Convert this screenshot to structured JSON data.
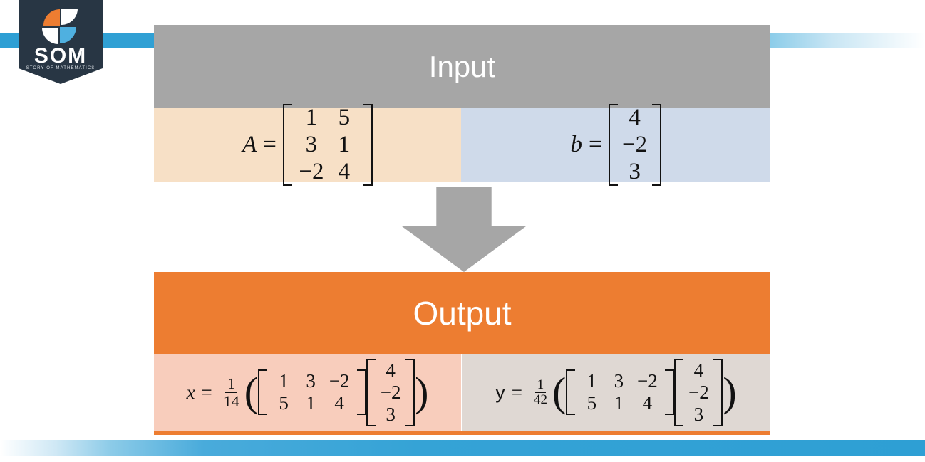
{
  "brand": {
    "name": "SOM",
    "tagline": "STORY OF MATHEMATICS",
    "logo_icon": "som-shield-logo",
    "colors": {
      "shield": "#283644",
      "orange": "#ED7D31",
      "blue": "#3AA3D8"
    }
  },
  "decor": {
    "top_bar_color": "#35A3D6",
    "bottom_bar_color": "#35A3D6",
    "arrow_icon": "down-arrow-icon",
    "arrow_color": "#A6A6A6"
  },
  "input": {
    "header": "Input",
    "header_color": "#A6A6A6",
    "left": {
      "bg": "#F7E0C6",
      "label": "A",
      "label_style": "italic",
      "equals": "=",
      "matrix": {
        "rows": 3,
        "cols": 2,
        "values": [
          [
            "1",
            "5"
          ],
          [
            "3",
            "1"
          ],
          [
            "−2",
            "4"
          ]
        ]
      }
    },
    "right": {
      "bg": "#CFDAEA",
      "label": "b",
      "label_style": "italic",
      "equals": "=",
      "matrix": {
        "rows": 3,
        "cols": 1,
        "values": [
          [
            "4"
          ],
          [
            "−2"
          ],
          [
            "3"
          ]
        ]
      }
    }
  },
  "output": {
    "header": "Output",
    "header_color": "#ED7D31",
    "left": {
      "bg": "#F8CDBC",
      "label": "x",
      "label_style": "italic",
      "equals": "=",
      "fraction": {
        "numerator": "1",
        "denominator": "14"
      },
      "open_paren": "(",
      "close_paren": ")",
      "matrix_a": {
        "rows": 2,
        "cols": 3,
        "values": [
          [
            "1",
            "3",
            "−2"
          ],
          [
            "5",
            "1",
            "4"
          ]
        ]
      },
      "matrix_b": {
        "rows": 3,
        "cols": 1,
        "values": [
          [
            "4"
          ],
          [
            "−2"
          ],
          [
            "3"
          ]
        ]
      }
    },
    "right": {
      "bg": "#DFD8D3",
      "label": "y",
      "label_style": "upright",
      "equals": "=",
      "fraction": {
        "numerator": "1",
        "denominator": "42"
      },
      "open_paren": "(",
      "close_paren": ")",
      "matrix_a": {
        "rows": 2,
        "cols": 3,
        "values": [
          [
            "1",
            "3",
            "−2"
          ],
          [
            "5",
            "1",
            "4"
          ]
        ]
      },
      "matrix_b": {
        "rows": 3,
        "cols": 1,
        "values": [
          [
            "4"
          ],
          [
            "−2"
          ],
          [
            "3"
          ]
        ]
      }
    }
  }
}
